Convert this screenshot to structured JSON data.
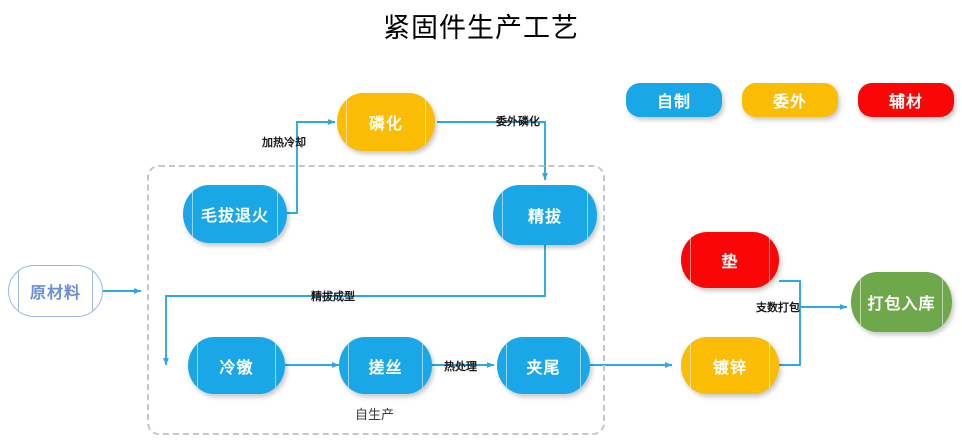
{
  "title": "紧固件生产工艺",
  "legend": [
    {
      "label": "自制",
      "color": "#19a7e8"
    },
    {
      "label": "委外",
      "color": "#fbbc04"
    },
    {
      "label": "辅材",
      "color": "#fb0606"
    }
  ],
  "group": {
    "label": "自生产"
  },
  "nodes": [
    {
      "id": "raw",
      "label": "原材料",
      "kind": "white"
    },
    {
      "id": "phos",
      "label": "磷化",
      "kind": "yellow"
    },
    {
      "id": "anneal",
      "label": "毛拔退火",
      "kind": "blue"
    },
    {
      "id": "draw",
      "label": "精拔",
      "kind": "blue"
    },
    {
      "id": "heading",
      "label": "冷镦",
      "kind": "blue"
    },
    {
      "id": "thread",
      "label": "搓丝",
      "kind": "blue"
    },
    {
      "id": "tail",
      "label": "夹尾",
      "kind": "blue"
    },
    {
      "id": "washer",
      "label": "垫",
      "kind": "red"
    },
    {
      "id": "galvanize",
      "label": "镀锌",
      "kind": "yellow"
    },
    {
      "id": "pack",
      "label": "打包入库",
      "kind": "green"
    }
  ],
  "edge_labels": [
    {
      "id": "heat-cool",
      "text": "加热冷却"
    },
    {
      "id": "out-phos",
      "text": "委外磷化"
    },
    {
      "id": "draw-forming",
      "text": "精拔成型"
    },
    {
      "id": "heat-treat",
      "text": "热处理"
    },
    {
      "id": "count-pack",
      "text": "支数打包"
    }
  ],
  "colors": {
    "edge": "#29ABE2",
    "group_border": "#c6c6c6",
    "background": "#ffffff"
  }
}
